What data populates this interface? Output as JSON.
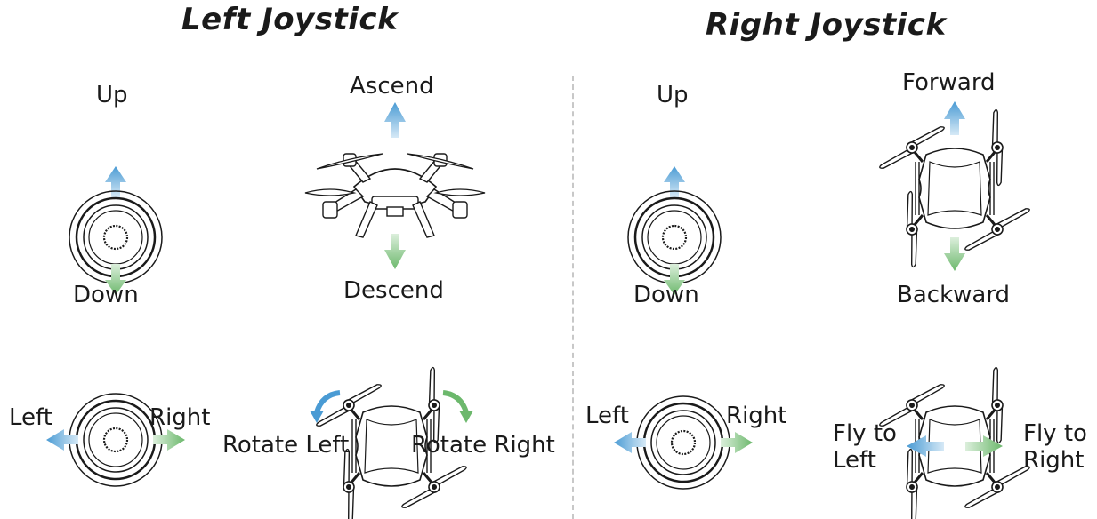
{
  "left_panel": {
    "title": "Left Joystick",
    "stick_vertical": {
      "up": "Up",
      "down": "Down"
    },
    "drone_vertical": {
      "up": "Ascend",
      "down": "Descend"
    },
    "stick_horizontal": {
      "left": "Left",
      "right": "Right"
    },
    "drone_rotate": {
      "left": "Rotate Left",
      "right": "Rotate Right"
    }
  },
  "right_panel": {
    "title": "Right Joystick",
    "stick_vertical": {
      "up": "Up",
      "down": "Down"
    },
    "drone_pitch": {
      "up": "Forward",
      "down": "Backward"
    },
    "stick_horizontal": {
      "left": "Left",
      "right": "Right"
    },
    "drone_roll": {
      "left": "Fly to Left",
      "right": "Fly to Right"
    }
  },
  "colors": {
    "blue_arrow": "#4a9bd4",
    "green_arrow": "#6cb86c",
    "line": "#1a1a1a",
    "divider": "#c8c8c8"
  },
  "icons": [
    "joystick-icon",
    "drone-side-icon",
    "drone-top-icon",
    "arrow-up-icon",
    "arrow-down-icon",
    "arrow-left-icon",
    "arrow-right-icon",
    "rotate-arrow-icon"
  ]
}
